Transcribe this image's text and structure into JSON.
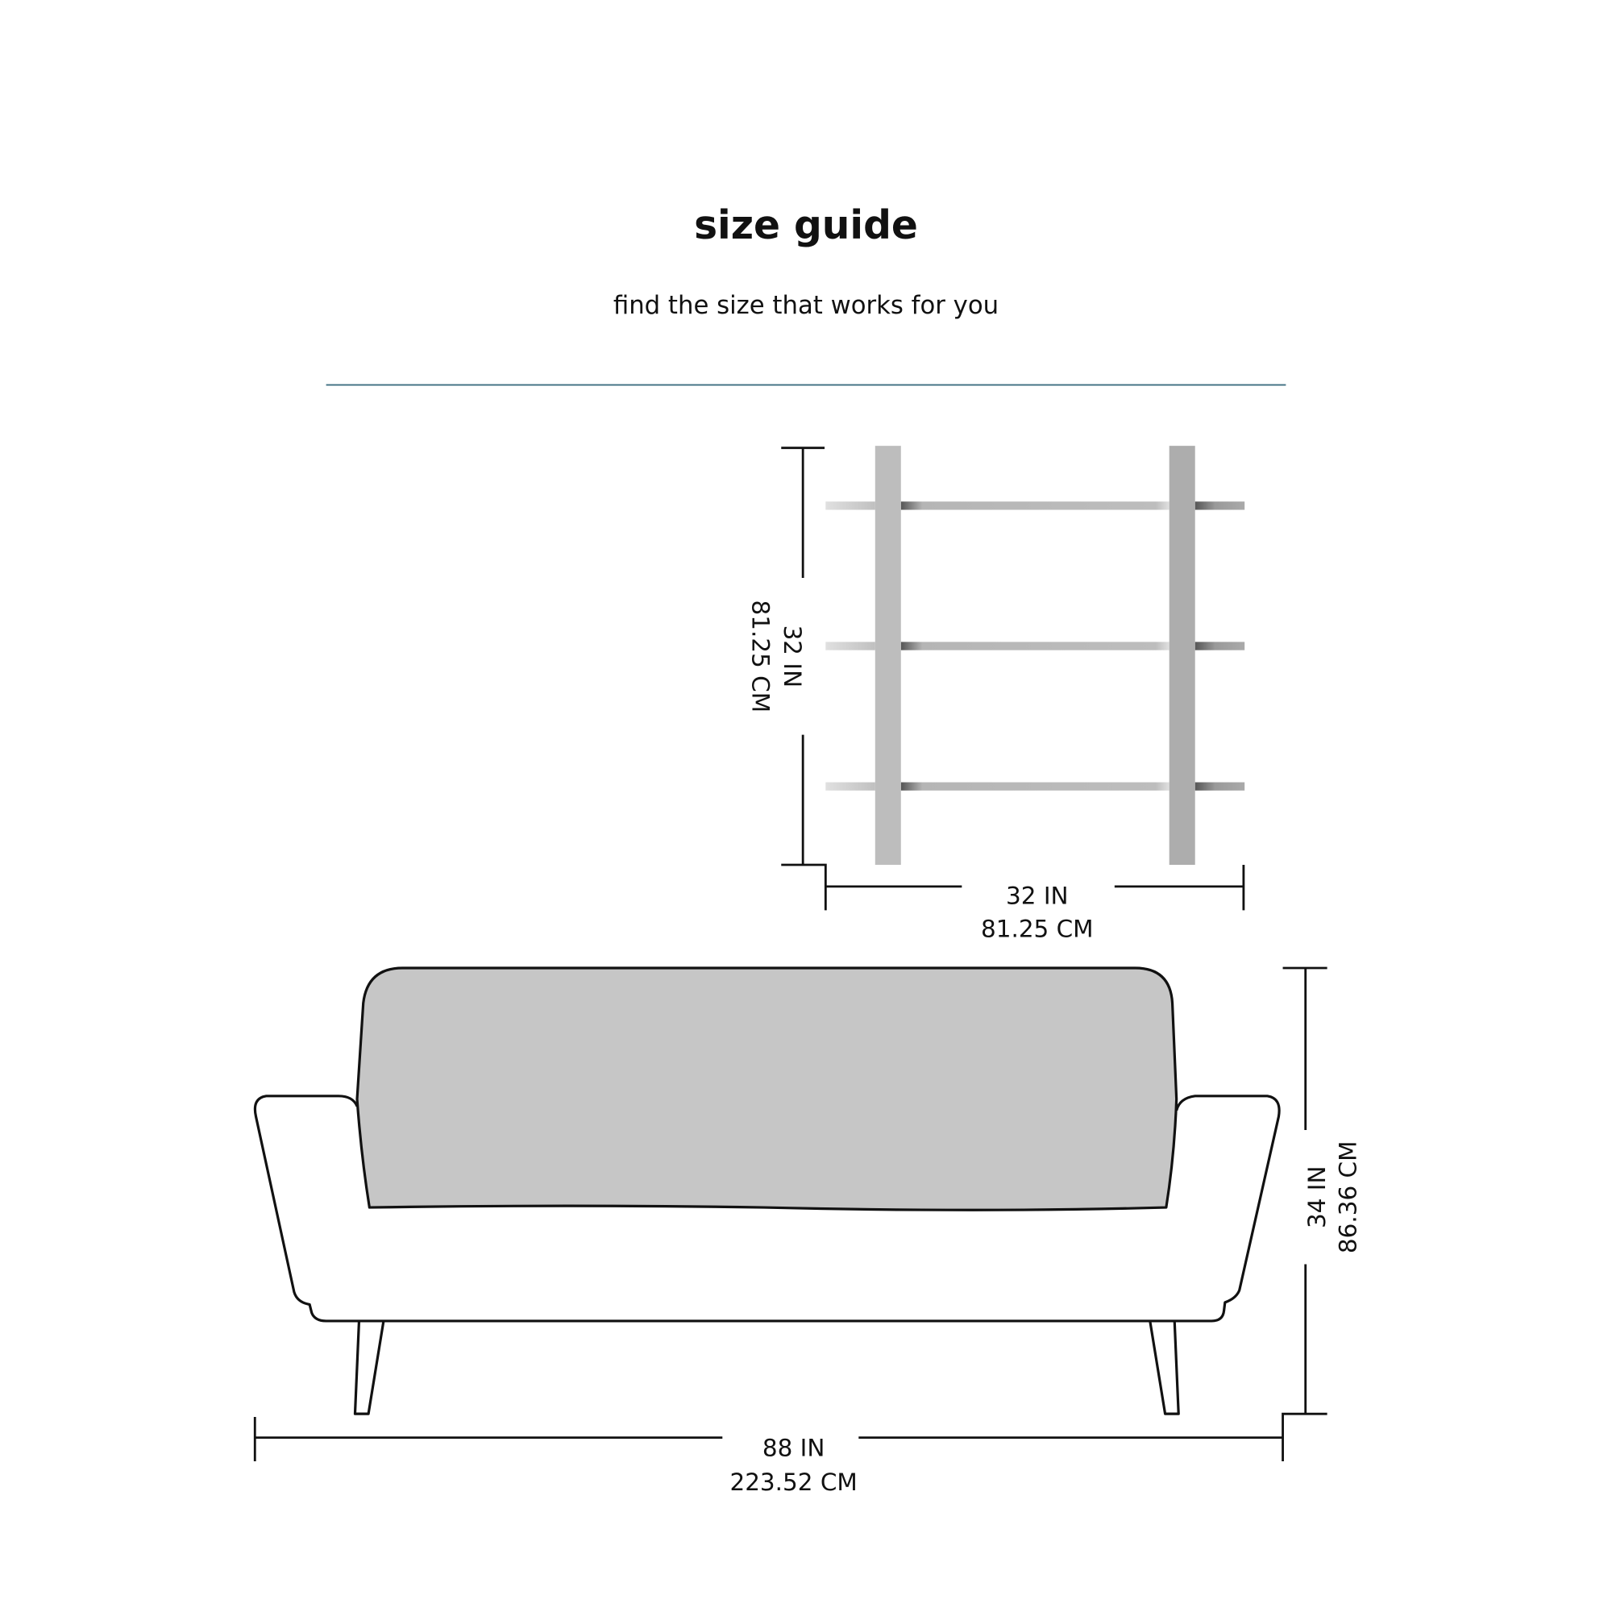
{
  "header": {
    "title": "size guide",
    "subtitle": "find the size that works for you",
    "divider_color": "#3d6e80"
  },
  "shelf": {
    "height_in": "32 IN",
    "height_cm": "81.25 CM",
    "width_in": "32 IN",
    "width_cm": "81.25 CM",
    "shelf_count": 3
  },
  "sofa": {
    "width_in": "88 IN",
    "width_cm": "223.52 CM",
    "height_in": "34 IN",
    "height_cm": "86.36 CM",
    "back_color": "#c6c6c6"
  }
}
